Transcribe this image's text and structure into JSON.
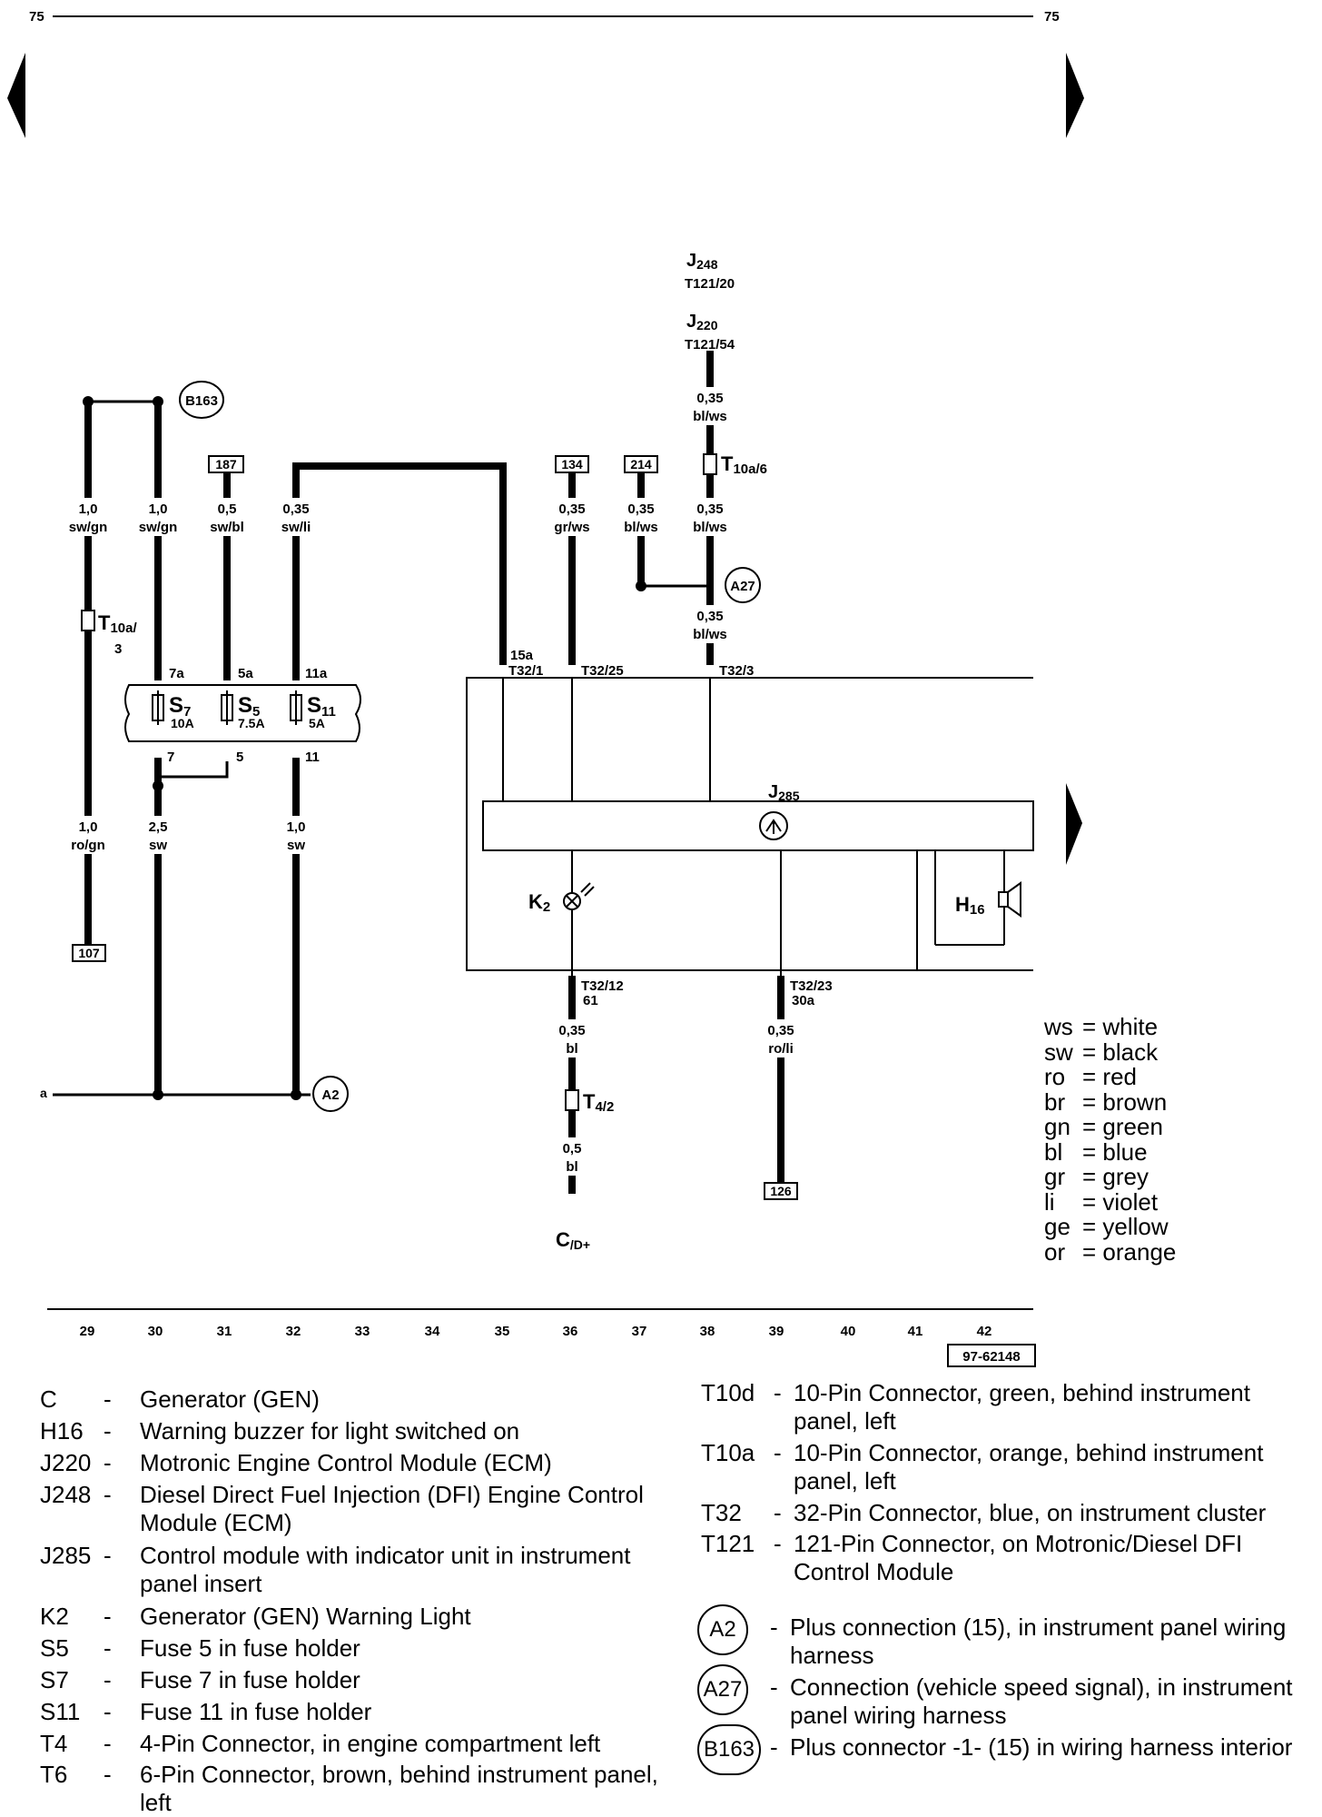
{
  "page": {
    "number_left": "75",
    "number_right": "75",
    "figure_id": "97-62148"
  },
  "components": {
    "j248": {
      "name": "J248",
      "pin": "T121/20"
    },
    "j220": {
      "name": "J220",
      "pin": "T121/54"
    },
    "b163": "B163",
    "a2": "A2",
    "a27": "A27",
    "t10a6": "T10a/6",
    "t10a3_a": "T10a/",
    "t10a3_b": "3",
    "t4_2": "T4/2",
    "j285": "J285",
    "k2": "K2",
    "h16": "H16",
    "c_dplus": "C/D+",
    "fuses": [
      {
        "name": "S7",
        "rating": "10A",
        "in": "7a",
        "out": "7"
      },
      {
        "name": "S5",
        "rating": "7.5A",
        "in": "5a",
        "out": "5"
      },
      {
        "name": "S11",
        "rating": "5A",
        "in": "11a",
        "out": "11"
      }
    ],
    "refs": [
      "187",
      "134",
      "214",
      "107",
      "126"
    ],
    "label_a": "a"
  },
  "wires": [
    {
      "size": "1,0",
      "color": "sw/gn"
    },
    {
      "size": "1,0",
      "color": "sw/gn"
    },
    {
      "size": "0,5",
      "color": "sw/bl"
    },
    {
      "size": "0,35",
      "color": "sw/li"
    },
    {
      "size": "0,35",
      "color": "gr/ws"
    },
    {
      "size": "0,35",
      "color": "bl/ws"
    },
    {
      "size": "0,35",
      "color": "bl/ws"
    },
    {
      "size": "0,35",
      "color": "bl/ws"
    },
    {
      "size": "0,35",
      "color": "bl/ws"
    },
    {
      "size": "1,0",
      "color": "ro/gn"
    },
    {
      "size": "2,5",
      "color": "sw"
    },
    {
      "size": "1,0",
      "color": "sw"
    },
    {
      "size": "0,35",
      "color": "bl"
    },
    {
      "size": "0,5",
      "color": "bl"
    },
    {
      "size": "0,35",
      "color": "ro/li"
    }
  ],
  "connector_pins": {
    "t32_1": "T32/1",
    "t32_1_sub": "15a",
    "t32_25": "T32/25",
    "t32_3": "T32/3",
    "t32_12": "T32/12",
    "t32_12_sub": "61",
    "t32_23": "T32/23",
    "t32_23_sub": "30a"
  },
  "grid_numbers": [
    "29",
    "30",
    "31",
    "32",
    "33",
    "34",
    "35",
    "36",
    "37",
    "38",
    "39",
    "40",
    "41",
    "42"
  ],
  "color_key": [
    {
      "code": "ws",
      "meaning": "= white"
    },
    {
      "code": "sw",
      "meaning": "= black"
    },
    {
      "code": "ro",
      "meaning": "= red"
    },
    {
      "code": "br",
      "meaning": "= brown"
    },
    {
      "code": "gn",
      "meaning": "= green"
    },
    {
      "code": "bl",
      "meaning": "= blue"
    },
    {
      "code": "gr",
      "meaning": "= grey"
    },
    {
      "code": "li",
      "meaning": "= violet"
    },
    {
      "code": "ge",
      "meaning": "= yellow"
    },
    {
      "code": "or",
      "meaning": "= orange"
    }
  ],
  "legend_left": [
    {
      "code": "C",
      "desc": "Generator (GEN)"
    },
    {
      "code": "H16",
      "desc": "Warning buzzer for light switched on"
    },
    {
      "code": "J220",
      "desc": "Motronic Engine Control Module (ECM)"
    },
    {
      "code": "J248",
      "desc": "Diesel Direct Fuel Injection (DFI) Engine Control Module (ECM)"
    },
    {
      "code": "J285",
      "desc": "Control module with indicator unit in instrument panel insert"
    },
    {
      "code": "K2",
      "desc": "Generator (GEN) Warning Light"
    },
    {
      "code": "S5",
      "desc": "Fuse 5 in fuse holder"
    },
    {
      "code": "S7",
      "desc": "Fuse 7 in fuse holder"
    },
    {
      "code": "S11",
      "desc": "Fuse 11 in fuse holder"
    },
    {
      "code": "T4",
      "desc": "4-Pin Connector, in engine compartment left"
    },
    {
      "code": "T6",
      "desc": "6-Pin Connector, brown, behind instrument panel, left"
    }
  ],
  "legend_right": [
    {
      "code": "T10d",
      "desc": "10-Pin Connector, green, behind instrument panel, left"
    },
    {
      "code": "T10a",
      "desc": "10-Pin Connector, orange, behind instrument panel, left"
    },
    {
      "code": "T32",
      "desc": "32-Pin Connector, blue, on instrument cluster"
    },
    {
      "code": "T121",
      "desc": "121-Pin Connector, on Motronic/Diesel DFI Control Module"
    }
  ],
  "legend_circles": [
    {
      "code": "A2",
      "desc": "Plus connection (15), in instrument panel wiring harness"
    },
    {
      "code": "A27",
      "desc": "Connection (vehicle speed signal), in instrument panel wiring harness"
    },
    {
      "code": "B163",
      "desc": "Plus connector -1- (15) in wiring harness interior"
    }
  ],
  "dash": "-"
}
